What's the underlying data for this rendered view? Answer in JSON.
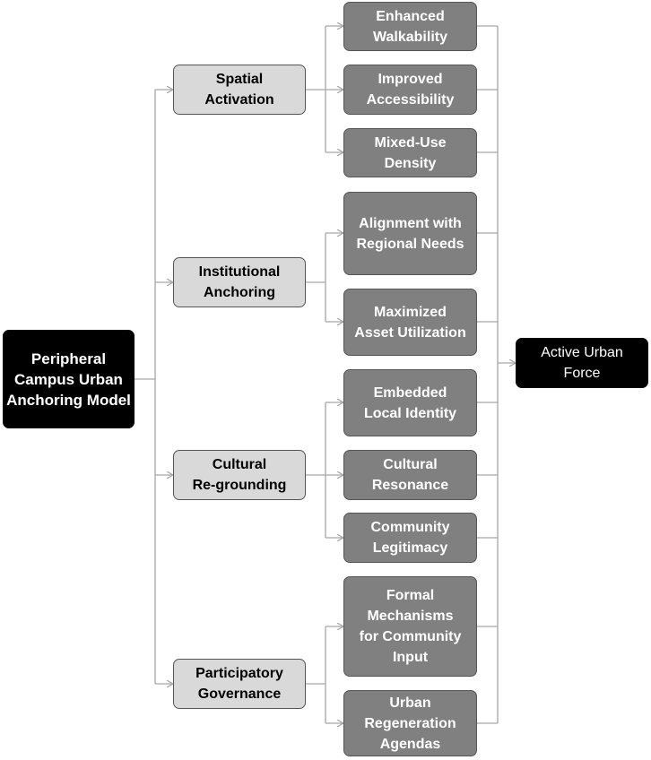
{
  "root": {
    "label": "Peripheral\nCampus Urban\nAnchoring Model"
  },
  "outcome": {
    "label": "Active Urban\nForce"
  },
  "pillars": [
    {
      "label": "Spatial\nActivation",
      "leaves": [
        "Enhanced\nWalkability",
        "Improved\nAccessibility",
        "Mixed-Use\nDensity"
      ]
    },
    {
      "label": "Institutional\nAnchoring",
      "leaves": [
        "Alignment with\nRegional Needs",
        "Maximized\nAsset Utilization"
      ]
    },
    {
      "label": "Cultural\nRe-grounding",
      "leaves": [
        "Embedded\nLocal Identity",
        "Cultural\nResonance",
        "Community\nLegitimacy"
      ]
    },
    {
      "label": "Participatory\nGovernance",
      "leaves": [
        "Formal\nMechanisms\nfor Community\nInput",
        "Urban\nRegeneration\nAgendas"
      ]
    }
  ],
  "colors": {
    "root_fill": "#000000",
    "pillar_fill": "#d9d9d9",
    "leaf_fill": "#808080",
    "connector": "#a6a6a6"
  }
}
